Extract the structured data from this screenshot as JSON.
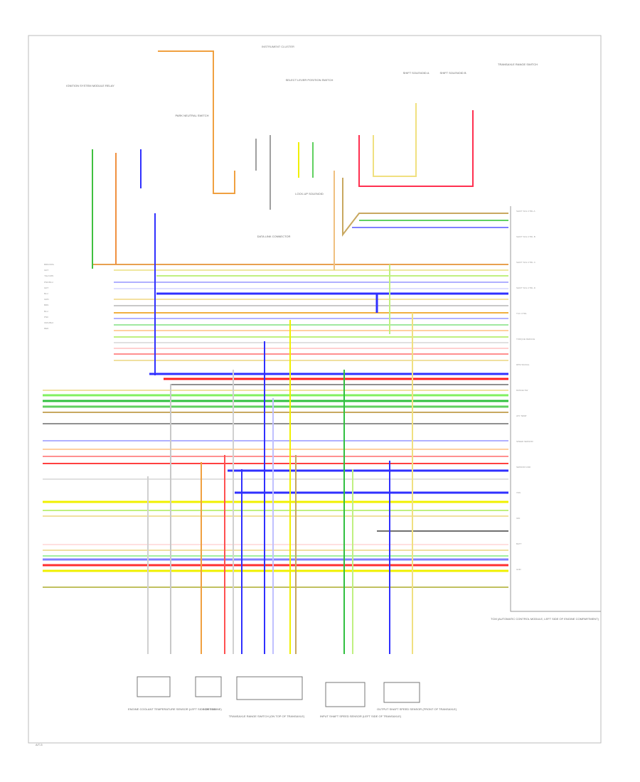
{
  "diagram": {
    "header_label": "INSTRUMENT CLUSTER",
    "footer_code": "A/T-5",
    "module": {
      "label": "TCM (AUTOMATIC CONTROL MODULE, LEFT SIDE OF ENGINE COMPARTMENT)"
    },
    "top_components": [
      {
        "id": "c1",
        "label": "IGNITION SYSTEM MODULE RELAY"
      },
      {
        "id": "c2",
        "label": "PARK NEUTRAL SWITCH"
      },
      {
        "id": "c3",
        "label": "SELECT LEVER POSITION SWITCH"
      },
      {
        "id": "c4",
        "label": "SHIFT SOLENOID A"
      },
      {
        "id": "c5",
        "label": "SHIFT SOLENOID B"
      },
      {
        "id": "c6",
        "label": "TRANSAXLE RANGE SWITCH"
      },
      {
        "id": "c7",
        "label": "LOCK-UP SOLENOID"
      },
      {
        "id": "c8",
        "label": "DATA LINK CONNECTOR"
      }
    ],
    "bottom_components": [
      {
        "id": "b1",
        "label": "ENGINE COOLANT TEMPERATURE SENSOR (LEFT SIDE OF ENGINE)"
      },
      {
        "id": "b2",
        "label": "IGNITION"
      },
      {
        "id": "b3",
        "label": "TRANSAXLE RANGE SWITCH (ON TOP OF TRANSAXLE)"
      },
      {
        "id": "b4",
        "label": "INPUT SHAFT SPEED SENSOR (LEFT SIDE OF TRANSAXLE)"
      },
      {
        "id": "b5",
        "label": "OUTPUT SHAFT SPEED SENSOR (FRONT OF TRANSAXLE)"
      }
    ],
    "left_wires": [
      {
        "color": "#e8a050",
        "label": "BRN/ORG"
      },
      {
        "color": "#f0d060",
        "label": "GRY"
      },
      {
        "color": "#a0e070",
        "label": "YEL/GRN"
      },
      {
        "color": "#9090ff",
        "label": "PNK/BLU"
      },
      {
        "color": "#c0c0ff",
        "label": "GRY"
      },
      {
        "color": "#3030ff",
        "label": "BLU"
      },
      {
        "color": "#f4c060",
        "label": "GRN"
      },
      {
        "color": "#c0c0c0",
        "label": "BRN"
      },
      {
        "color": "#30c040",
        "label": "BLU"
      },
      {
        "color": "#ffd0d0",
        "label": "PNK"
      },
      {
        "color": "#e06020",
        "label": "ORG/BLK"
      },
      {
        "color": "#ff9090",
        "label": "RED"
      }
    ],
    "right_pins": [
      {
        "label": "SHIFT SOL CTRL A"
      },
      {
        "label": "SHIFT SOL CTRL B"
      },
      {
        "label": "SHIFT SOL CTRL C"
      },
      {
        "label": "SHIFT SOL CTRL D"
      },
      {
        "label": "TCC CTRL"
      },
      {
        "label": "TORQUE REDUCE"
      },
      {
        "label": "RPM SIGNAL"
      },
      {
        "label": "RANGE SW"
      },
      {
        "label": "ATF TEMP"
      },
      {
        "label": "SPEED SENSOR"
      },
      {
        "label": "SENSOR GND"
      },
      {
        "label": "VSS"
      },
      {
        "label": "IGN"
      },
      {
        "label": "BATT"
      },
      {
        "label": "GND"
      }
    ]
  }
}
